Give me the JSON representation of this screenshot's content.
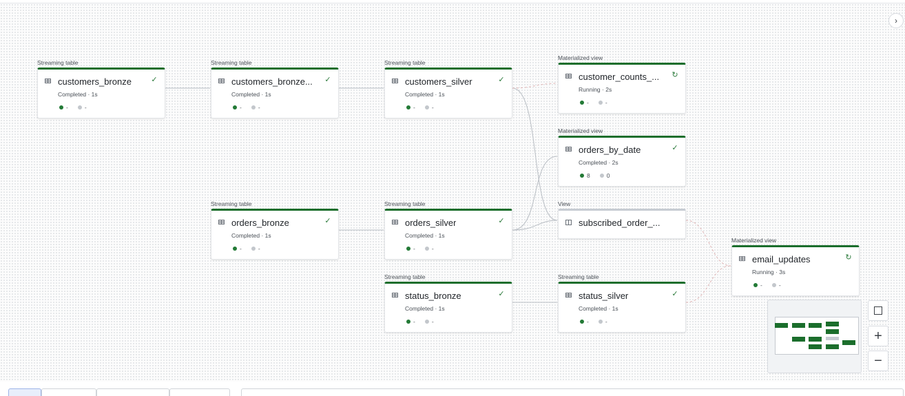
{
  "nodes": [
    {
      "id": "customers_bronze",
      "type": "Streaming table",
      "name": "customers_bronze",
      "status": "Completed · 1s",
      "status_icon": "check-circle-icon",
      "metric_a": "-",
      "metric_b": "-"
    },
    {
      "id": "customers_bronze_2",
      "type": "Streaming table",
      "name": "customers_bronze...",
      "status": "Completed · 1s",
      "status_icon": "check-circle-icon",
      "metric_a": "-",
      "metric_b": "-"
    },
    {
      "id": "customers_silver",
      "type": "Streaming table",
      "name": "customers_silver",
      "status": "Completed · 1s",
      "status_icon": "check-circle-icon",
      "metric_a": "-",
      "metric_b": "-"
    },
    {
      "id": "customer_counts",
      "type": "Materialized view",
      "name": "customer_counts_...",
      "status": "Running · 2s",
      "status_icon": "refresh-icon",
      "metric_a": "-",
      "metric_b": "-"
    },
    {
      "id": "orders_by_date",
      "type": "Materialized view",
      "name": "orders_by_date",
      "status": "Completed · 2s",
      "status_icon": "check-circle-icon",
      "metric_a": "8",
      "metric_b": "0"
    },
    {
      "id": "subscribed_order",
      "type": "View",
      "name": "subscribed_order_...",
      "status": "",
      "status_icon": "",
      "metric_a": "",
      "metric_b": ""
    },
    {
      "id": "orders_bronze",
      "type": "Streaming table",
      "name": "orders_bronze",
      "status": "Completed · 1s",
      "status_icon": "check-circle-icon",
      "metric_a": "-",
      "metric_b": "-"
    },
    {
      "id": "orders_silver",
      "type": "Streaming table",
      "name": "orders_silver",
      "status": "Completed · 1s",
      "status_icon": "check-circle-icon",
      "metric_a": "-",
      "metric_b": "-"
    },
    {
      "id": "status_bronze",
      "type": "Streaming table",
      "name": "status_bronze",
      "status": "Completed · 1s",
      "status_icon": "check-circle-icon",
      "metric_a": "-",
      "metric_b": "-"
    },
    {
      "id": "status_silver",
      "type": "Streaming table",
      "name": "status_silver",
      "status": "Completed · 1s",
      "status_icon": "check-circle-icon",
      "metric_a": "-",
      "metric_b": "-"
    },
    {
      "id": "email_updates",
      "type": "Materialized view",
      "name": "email_updates",
      "status": "Running · 3s",
      "status_icon": "refresh-icon",
      "metric_a": "-",
      "metric_b": "-"
    }
  ],
  "colors": {
    "completed": "#1b6e2c",
    "view": "#c7ccd3",
    "edge": "#b9bec4",
    "edge_running": "#e0b4b4"
  },
  "controls": {
    "collapse_icon": "chevron-right-icon",
    "fit_icon": "fit-screen-icon",
    "zoom_in": "+",
    "zoom_out": "−"
  }
}
